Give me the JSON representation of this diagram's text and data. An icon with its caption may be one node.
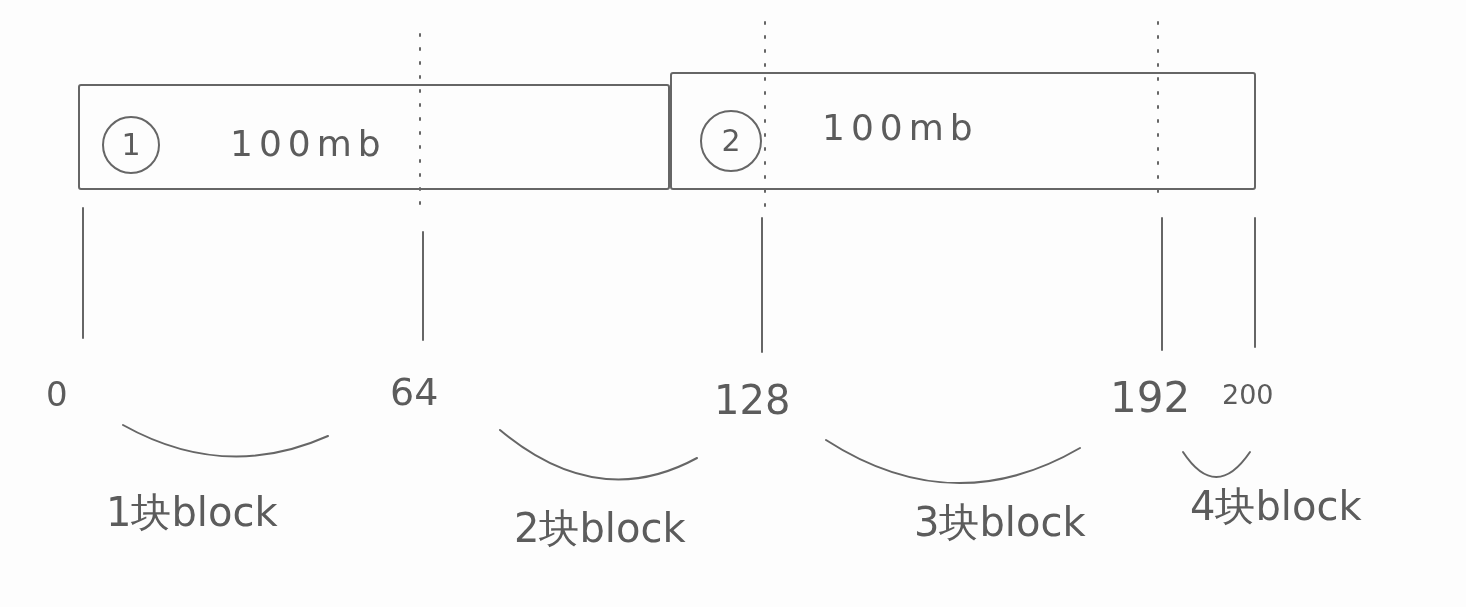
{
  "diagram": {
    "nodes": [
      {
        "text": [
          "100mb"
        ]
      },
      {
        "text": [
          "1"
        ],
        "in": 0
      },
      {
        "text": [
          "100mb"
        ]
      },
      {
        "text": [
          "2"
        ],
        "in": 2
      }
    ],
    "labels": [
      "0",
      "64",
      "128",
      "192",
      "200",
      "1块block",
      "2块block",
      "3块block",
      "4块block"
    ]
  }
}
